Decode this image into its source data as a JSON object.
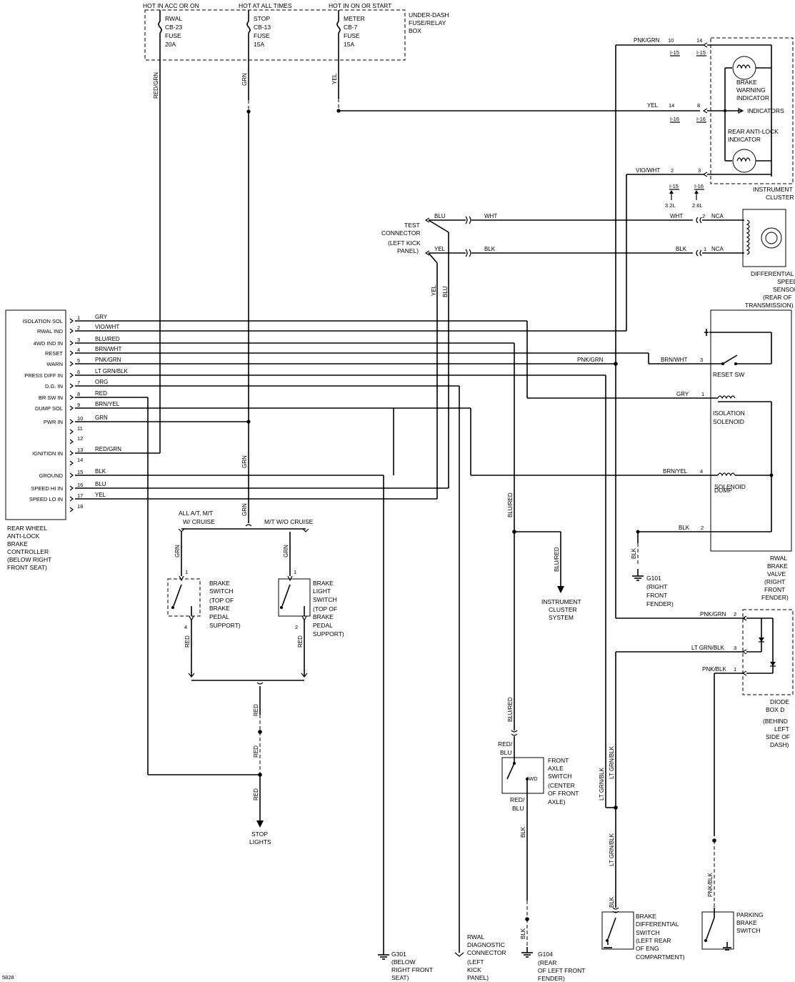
{
  "page_id": "5828",
  "top_labels": {
    "hot_acc_on": "HOT IN ACC OR ON",
    "hot_always": "HOT AT ALL TIMES",
    "hot_on_start": "HOT IN ON OR START"
  },
  "fuses": [
    {
      "line1": "RWAL",
      "line2": "CB-23",
      "line3": "FUSE",
      "line4": "20A"
    },
    {
      "line1": "STOP",
      "line2": "CB-13",
      "line3": "FUSE",
      "line4": "15A"
    },
    {
      "line1": "METER",
      "line2": "CB-7",
      "line3": "FUSE",
      "line4": "15A"
    }
  ],
  "fuse_box": {
    "line1": "UNDER-DASH",
    "line2": "FUSE/RELAY",
    "line3": "BOX"
  },
  "controller": {
    "pins": [
      {
        "name": "ISOLATION SOL",
        "num": "1",
        "wire": "GRY"
      },
      {
        "name": "RWAL IND",
        "num": "2",
        "wire": "VIO/WHT"
      },
      {
        "name": "4WD IND IN",
        "num": "3",
        "wire": "BLU/RED"
      },
      {
        "name": "RESET",
        "num": "4",
        "wire": "BRN/WHT"
      },
      {
        "name": "WARN",
        "num": "5",
        "wire": "PNK/GRN"
      },
      {
        "name": "PRESS DIFF IN",
        "num": "6",
        "wire": "LT GRN/BLK"
      },
      {
        "name": "D.G. IN",
        "num": "7",
        "wire": "ORG"
      },
      {
        "name": "BR SW IN",
        "num": "8",
        "wire": "RED"
      },
      {
        "name": "DUMP SOL",
        "num": "9",
        "wire": "BRN/YEL"
      },
      {
        "name": "PWR IN",
        "num": "10",
        "wire": "GRN"
      },
      {
        "name": "",
        "num": "11",
        "wire": ""
      },
      {
        "name": "",
        "num": "12",
        "wire": ""
      },
      {
        "name": "IGNITION IN",
        "num": "13",
        "wire": "RED/GRN"
      },
      {
        "name": "",
        "num": "14",
        "wire": ""
      },
      {
        "name": "GROUND",
        "num": "15",
        "wire": "BLK"
      },
      {
        "name": "SPEED HI IN",
        "num": "16",
        "wire": "BLU"
      },
      {
        "name": "SPEED LO IN",
        "num": "17",
        "wire": "YEL"
      },
      {
        "name": "",
        "num": "18",
        "wire": ""
      }
    ],
    "caption": [
      "REAR WHEEL",
      "ANTI-LOCK",
      "BRAKE",
      "CONTROLLER",
      "(BELOW RIGHT",
      "FRONT SEAT)"
    ]
  },
  "wires": {
    "red_grn": "RED/GRN",
    "grn": "GRN",
    "yel": "YEL",
    "pnk_grn": "PNK/GRN",
    "vio_wht": "VIO/WHT",
    "blu": "BLU",
    "wht": "WHT",
    "blk": "BLK",
    "brn_wht": "BRN/WHT",
    "gry": "GRY",
    "brn_yel": "BRN/YEL",
    "blu_red": "BLU/RED",
    "red": "RED",
    "lt_grn_blk": "LT GRN/BLK",
    "pnk_blk": "PNK/BLK",
    "red_blu": "RED/",
    "red_blu2": "BLU"
  },
  "instrument_cluster": {
    "caption": [
      "INSTRUMENT",
      "CLUSTER"
    ],
    "brake_warning": [
      "BRAKE",
      "WARNING",
      "INDICATOR"
    ],
    "indicators": "INDICATORS",
    "rear_antilock": [
      "REAR ANTI-LOCK",
      "INDICATOR"
    ],
    "conn_i15": "I-15",
    "conn_i16": "I-16",
    "eng_32": "3.2L",
    "eng_26": "2.6L",
    "pins": {
      "p10": "10",
      "p14": "14",
      "p8": "8",
      "p2": "2",
      "p3": "3"
    }
  },
  "test_connector": [
    "TEST",
    "CONNECTOR",
    "(LEFT KICK",
    "PANEL)"
  ],
  "speed_sensor": {
    "nca": "NCA",
    "pin2": "2",
    "pin1": "1",
    "caption": [
      "DIFFERENTIAL",
      "SPEED",
      "SENSOR",
      "(REAR OF",
      "TRANSMISSION)"
    ]
  },
  "rwal_valve": {
    "reset_sw": "RESET SW",
    "isolation": [
      "ISOLATION",
      "SOLENOID"
    ],
    "dump": [
      "SOLENOID",
      "DUMP"
    ],
    "caption": [
      "RWAL",
      "BRAKE",
      "VALVE",
      "(RIGHT",
      "FRONT",
      "FENDER)"
    ],
    "pins": {
      "p3": "3",
      "p1": "1",
      "p4": "4",
      "p2": "2"
    }
  },
  "g101": [
    "G101",
    "(RIGHT",
    "FRONT",
    "FENDER)"
  ],
  "diode_box": {
    "caption": [
      "DIODE",
      "BOX D",
      "(BEHIND",
      "LEFT",
      "SIDE OF",
      "DASH)"
    ],
    "pins": {
      "p2": "2",
      "p3": "3",
      "p1": "1"
    }
  },
  "cruise": {
    "left": "ALL A/T, M/T",
    "left2": "W/ CRUISE",
    "right": "M/T W/O CRUISE"
  },
  "brake_switch": [
    "BRAKE",
    "SWITCH",
    "(TOP OF",
    "BRAKE",
    "PEDAL",
    "SUPPORT)"
  ],
  "brake_light_switch": [
    "BRAKE",
    "LIGHT",
    "SWITCH",
    "(TOP OF",
    "BRAKE",
    "PEDAL",
    "SUPPORT)"
  ],
  "sw_pins": {
    "p1": "1",
    "p4": "4",
    "p2": "2"
  },
  "stop_lights": [
    "STOP",
    "LIGHTS"
  ],
  "instrument_cluster_system": [
    "INSTRUMENT",
    "CLUSTER",
    "SYSTEM"
  ],
  "front_axle": {
    "caption": [
      "FRONT",
      "AXLE",
      "SWITCH",
      "(CENTER",
      "OF FRONT",
      "AXLE)"
    ],
    "mode": "4WD"
  },
  "brake_diff_switch": [
    "BRAKE",
    "DIFFERENTIAL",
    "SWITCH",
    "(LEFT REAR",
    "OF ENG",
    "COMPARTMENT)"
  ],
  "parking_brake": [
    "PARKING",
    "BRAKE",
    "SWITCH"
  ],
  "g301": [
    "G301",
    "(BELOW",
    "RIGHT FRONT",
    "SEAT)"
  ],
  "rwal_diag": [
    "RWAL",
    "DIAGNOSTIC",
    "CONNECTOR",
    "(LEFT",
    "KICK",
    "PANEL)"
  ],
  "g104": [
    "G104",
    "(REAR",
    "OF LEFT FRONT",
    "FENDER)"
  ]
}
